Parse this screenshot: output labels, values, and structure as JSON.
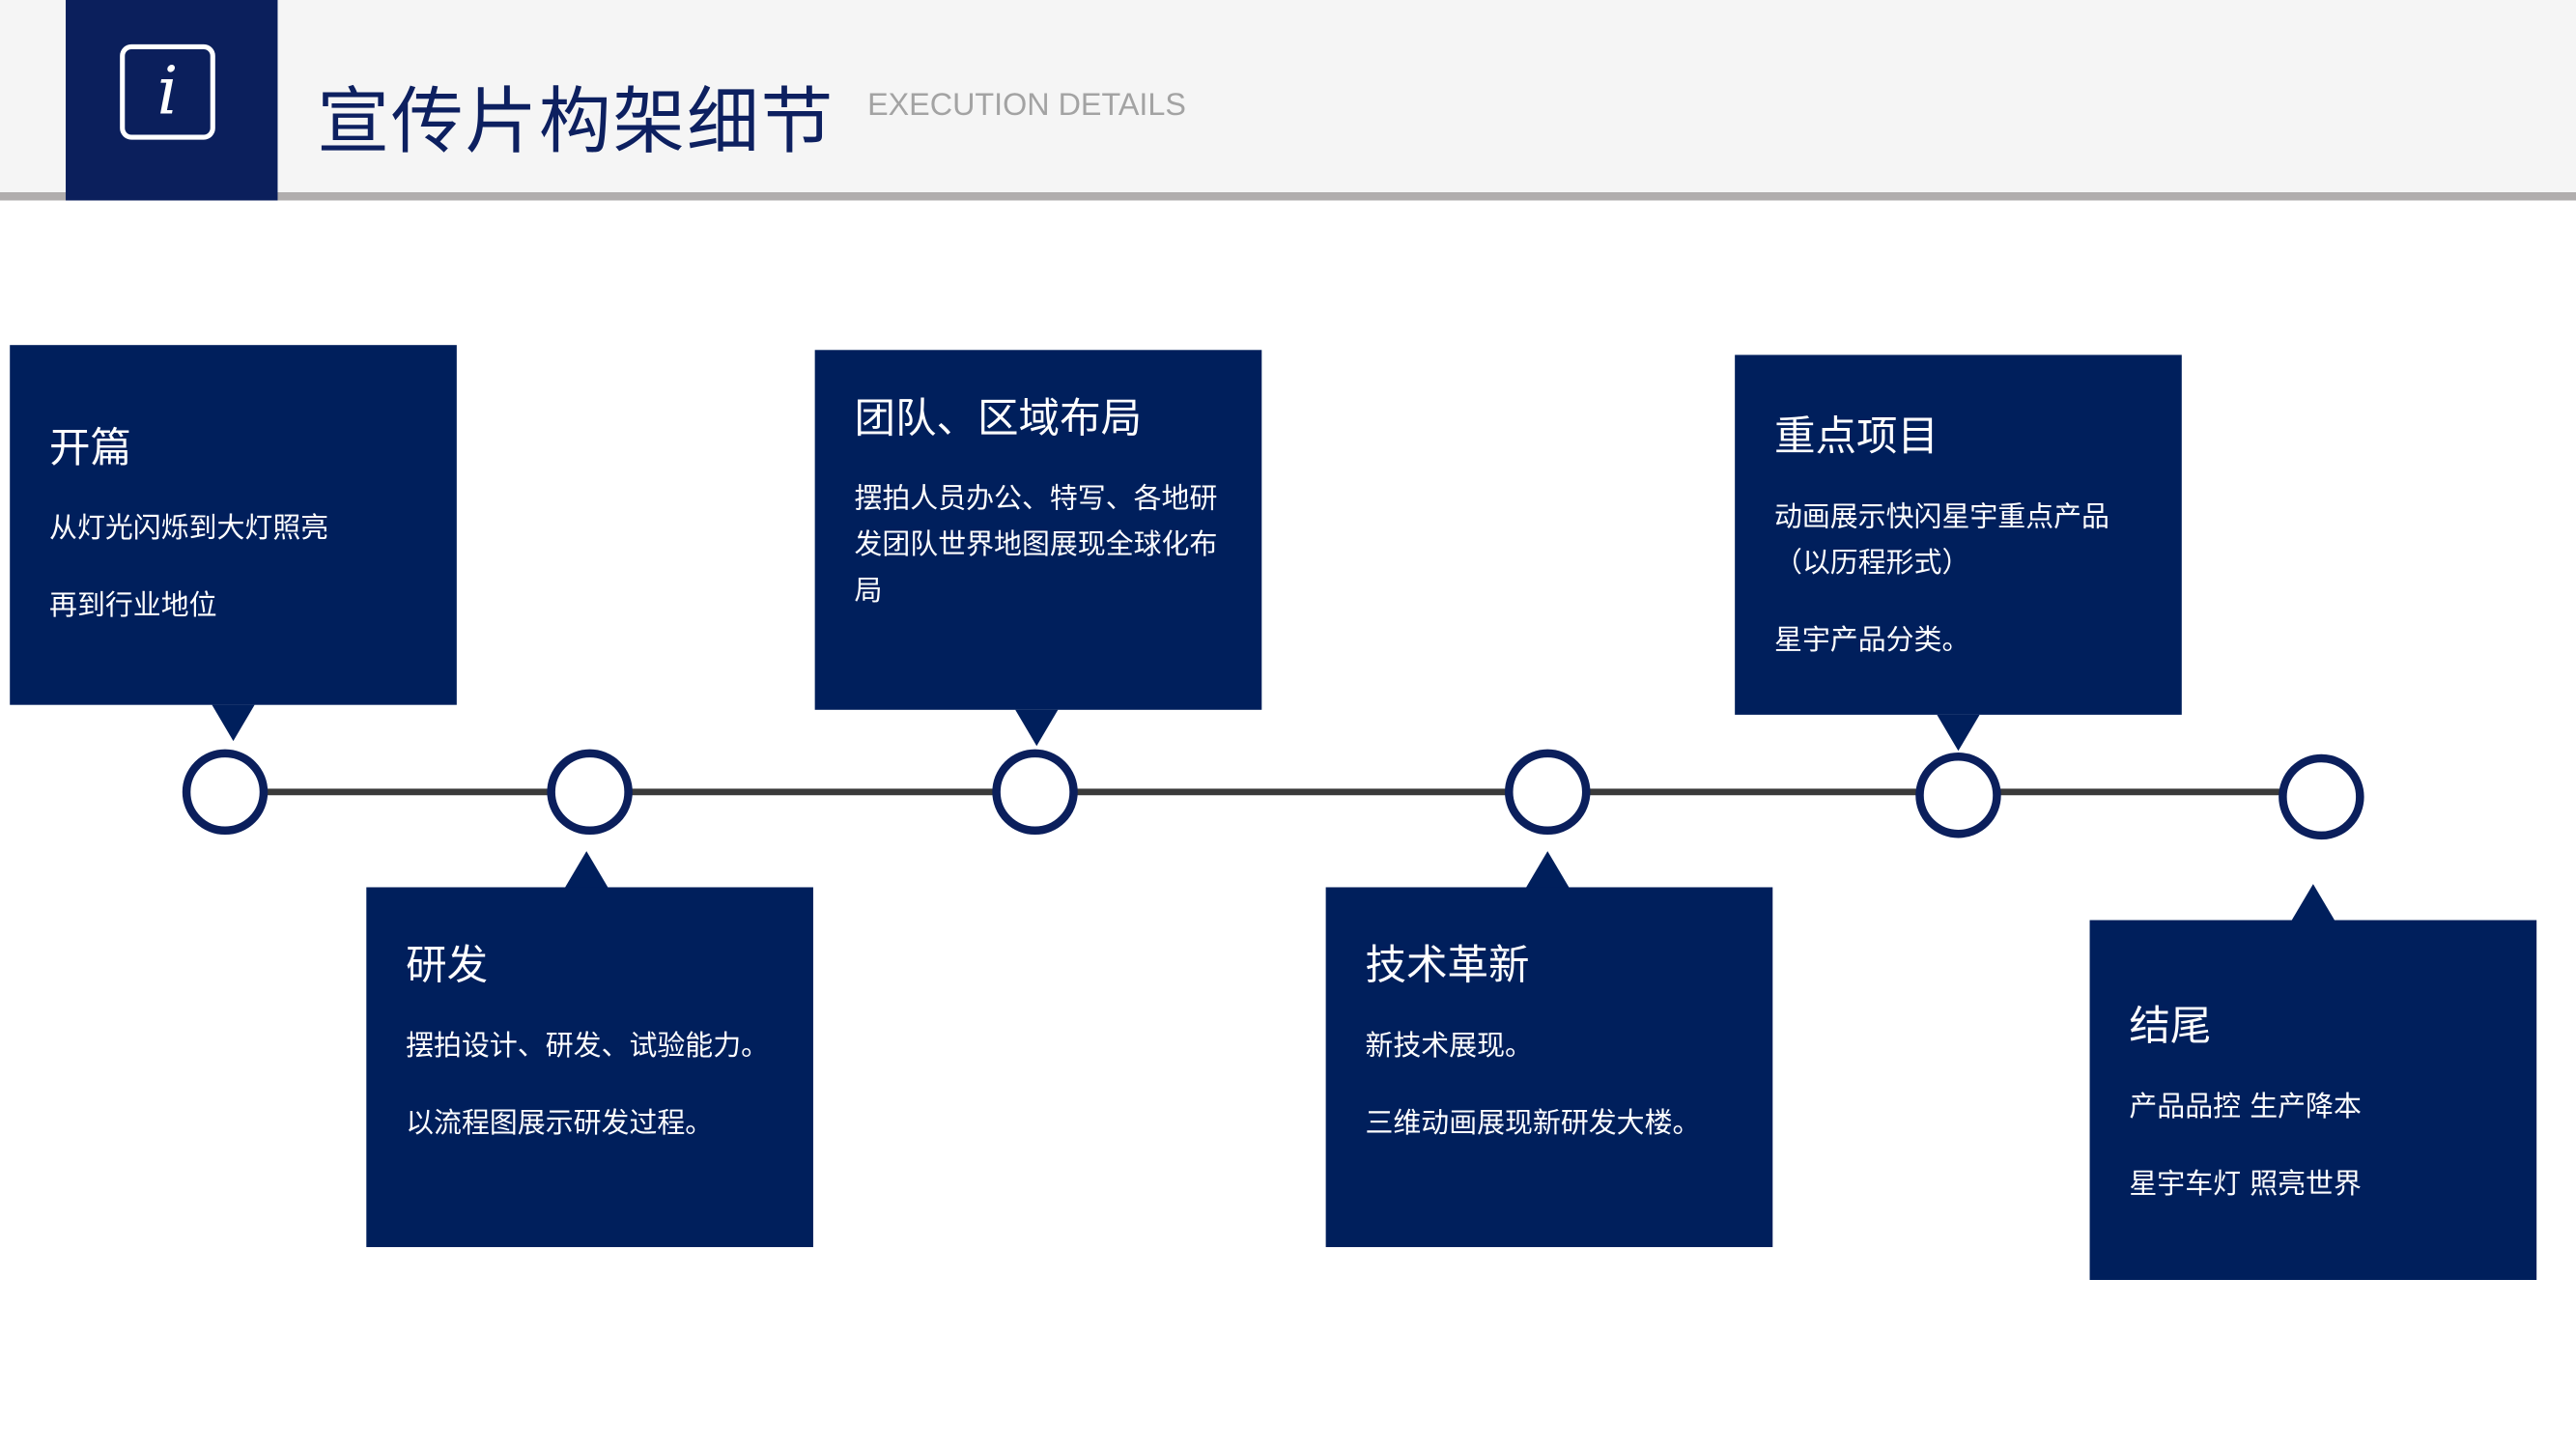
{
  "header": {
    "icon": "info-icon",
    "icon_glyph": "i",
    "title": "宣传片构架细节",
    "subtitle": "EXECUTION DETAILS"
  },
  "colors": {
    "navy": "#001f5c",
    "line": "#3a3a3a",
    "header_bg": "#f5f5f5",
    "header_bar": "#b0adad"
  },
  "timeline": [
    {
      "title": "开篇",
      "lines": [
        "从灯光闪烁到大灯照亮",
        "再到行业地位"
      ]
    },
    {
      "title": "研发",
      "lines": [
        "摆拍设计、研发、试验能力。",
        "以流程图展示研发过程。"
      ]
    },
    {
      "title": "团队、区域布局",
      "lines": [
        "摆拍人员办公、特写、各地研发团队世界地图展现全球化布局"
      ]
    },
    {
      "title": "技术革新",
      "lines": [
        "新技术展现。",
        "三维动画展现新研发大楼。"
      ]
    },
    {
      "title": "重点项目",
      "lines": [
        "动画展示快闪星宇重点产品（以历程形式）",
        "星宇产品分类。"
      ]
    },
    {
      "title": "结尾",
      "lines": [
        "产品品控 生产降本",
        "星宇车灯 照亮世界"
      ]
    }
  ]
}
